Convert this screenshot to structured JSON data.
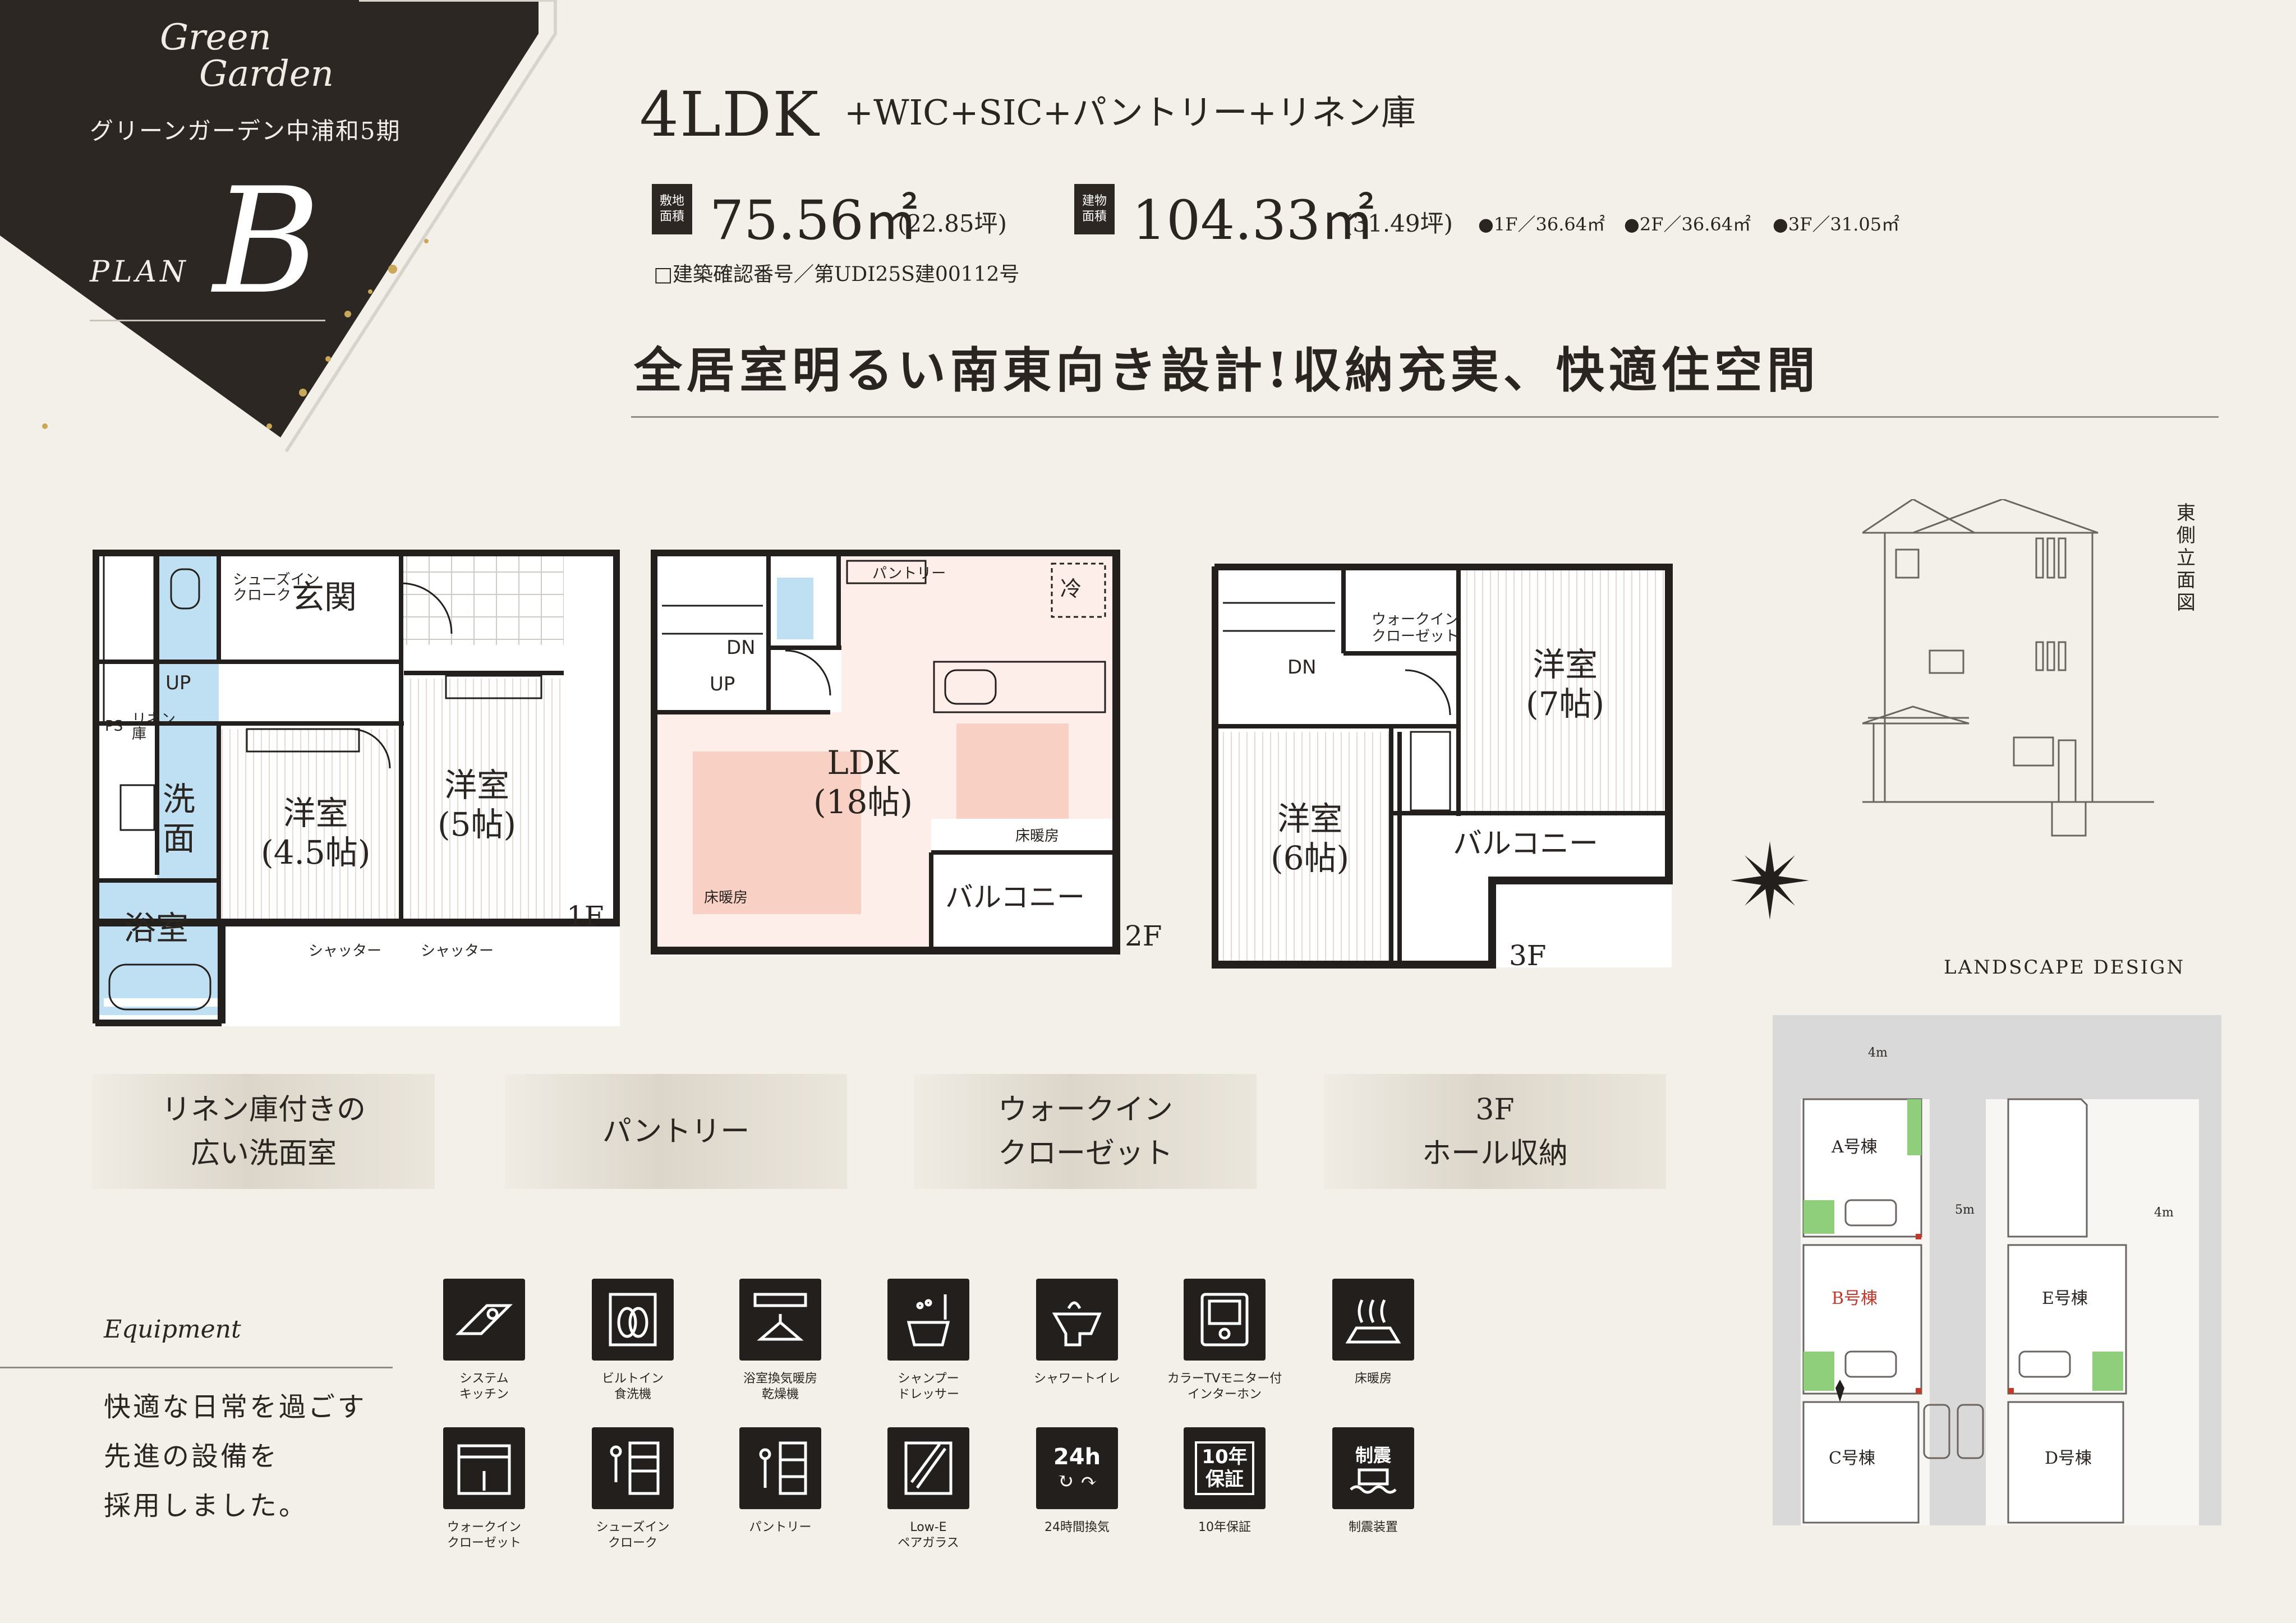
{
  "brand": {
    "logo_line1": "Green",
    "logo_line2": "Garden",
    "project_name": "グリーンガーデン中浦和5期",
    "plan_word": "PLAN",
    "plan_letter": "B"
  },
  "specs": {
    "layout": "4LDK",
    "extras": "+WIC+SIC+パントリー+リネン庫",
    "land_badge": [
      "敷地",
      "面積"
    ],
    "land_value": "75.56㎡",
    "land_sub": "(22.85坪)",
    "building_badge": [
      "建物",
      "面積"
    ],
    "building_value": "104.33㎡",
    "building_sub": "(31.49坪)",
    "floor_areas": [
      "●1F／36.64㎡",
      "●2F／36.64㎡",
      "●3F／31.05㎡"
    ],
    "permit": "□建築確認番号／第UDI25S建00112号"
  },
  "headline": "全居室明るい南東向き設計!収納充実、快適住空間",
  "floorplans": {
    "f1": {
      "tag": "1F",
      "entrance": "玄関",
      "shoe_closet": [
        "シューズイン",
        "クローク"
      ],
      "up": "UP",
      "ps": "PS",
      "linen": [
        "リネン",
        "庫"
      ],
      "washroom": [
        "洗",
        "面"
      ],
      "bathroom": "浴室",
      "western_a": [
        "洋室",
        "(4.5帖)"
      ],
      "western_b": [
        "洋室",
        "(5帖)"
      ],
      "shutter": "シャッター"
    },
    "f2": {
      "tag": "2F",
      "ldk": [
        "LDK",
        "(18帖)"
      ],
      "pantry": "パントリー",
      "fridge": "冷",
      "dn": "DN",
      "up": "UP",
      "balcony": "バルコニー",
      "floor_heating": "床暖房"
    },
    "f3": {
      "tag": "3F",
      "dn": "DN",
      "wic": [
        "ウォークイン",
        "クローゼット"
      ],
      "western_a": [
        "洋室",
        "(7帖)"
      ],
      "western_b": [
        "洋室",
        "(6帖)"
      ],
      "balcony": "バルコニー"
    }
  },
  "features": [
    [
      "リネン庫付きの",
      "広い洗面室"
    ],
    [
      "パントリー"
    ],
    [
      "ウォークイン",
      "クローゼット"
    ],
    [
      "3F",
      "ホール収納"
    ]
  ],
  "equipment": {
    "title": "Equipment",
    "text": [
      "快適な日常を過ごす",
      "先進の設備を",
      "採用しました。"
    ],
    "items": [
      {
        "icon": "system-kitchen-icon",
        "label": [
          "システム",
          "キッチン"
        ]
      },
      {
        "icon": "dishwasher-icon",
        "label": [
          "ビルトイン",
          "食洗機"
        ]
      },
      {
        "icon": "bathroom-dryer-icon",
        "label": [
          "浴室換気暖房",
          "乾燥機"
        ]
      },
      {
        "icon": "shampoo-dresser-icon",
        "label": [
          "シャンプー",
          "ドレッサー"
        ]
      },
      {
        "icon": "shower-toilet-icon",
        "label": [
          "シャワートイレ"
        ]
      },
      {
        "icon": "intercom-icon",
        "label": [
          "カラーTVモニター付",
          "インターホン"
        ]
      },
      {
        "icon": "floor-heating-icon",
        "label": [
          "床暖房"
        ]
      },
      {
        "icon": "walk-in-closet-icon",
        "label": [
          "ウォークイン",
          "クローゼット"
        ]
      },
      {
        "icon": "shoe-closet-icon",
        "label": [
          "シューズイン",
          "クローク"
        ]
      },
      {
        "icon": "pantry-icon",
        "label": [
          "パントリー"
        ]
      },
      {
        "icon": "low-e-glass-icon",
        "label": [
          "Low-E",
          "ペアガラス"
        ]
      },
      {
        "icon": "ventilation-24h-icon",
        "label": [
          "24時間換気"
        ]
      },
      {
        "icon": "warranty-icon",
        "label": [
          "10年保証"
        ]
      },
      {
        "icon": "seismic-damper-icon",
        "label": [
          "制震装置"
        ]
      }
    ],
    "icon_texts": {
      "h24": "24h",
      "warranty": [
        "10年",
        "保証"
      ],
      "seismic": "制震"
    }
  },
  "elevation": {
    "label": "東側立面図"
  },
  "site": {
    "title": "LANDSCAPE DESIGN",
    "lots": [
      "A号棟",
      "B号棟",
      "C号棟",
      "D号棟",
      "E号棟"
    ],
    "roads": [
      "4m",
      "5m",
      "4m"
    ]
  },
  "colors": {
    "background": "#f3f0ea",
    "dark": "#2c2723",
    "gold": "#c9a85a",
    "highlight_red": "#c0392b"
  }
}
